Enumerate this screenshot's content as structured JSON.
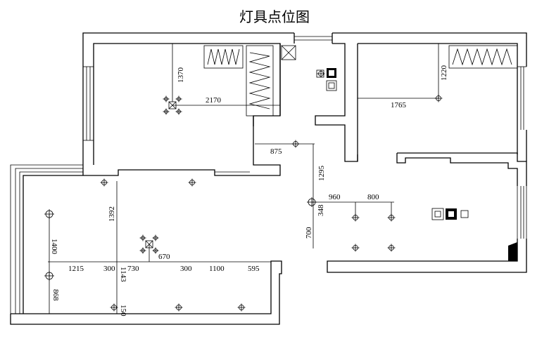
{
  "title": "灯具点位图",
  "dimensions": {
    "d1370": "1370",
    "d2170": "2170",
    "d1765": "1765",
    "d1220": "1220",
    "d875": "875",
    "d1295": "1295",
    "d960": "960",
    "d800": "800",
    "d348": "348",
    "d700": "700",
    "d1392": "1392",
    "d1400": "1400",
    "d670": "670",
    "d1215": "1215",
    "d300a": "300",
    "d730": "730",
    "d300b": "300",
    "d1100": "1100",
    "d595": "595",
    "d1143": "1143",
    "d868": "868",
    "d150": "150"
  }
}
